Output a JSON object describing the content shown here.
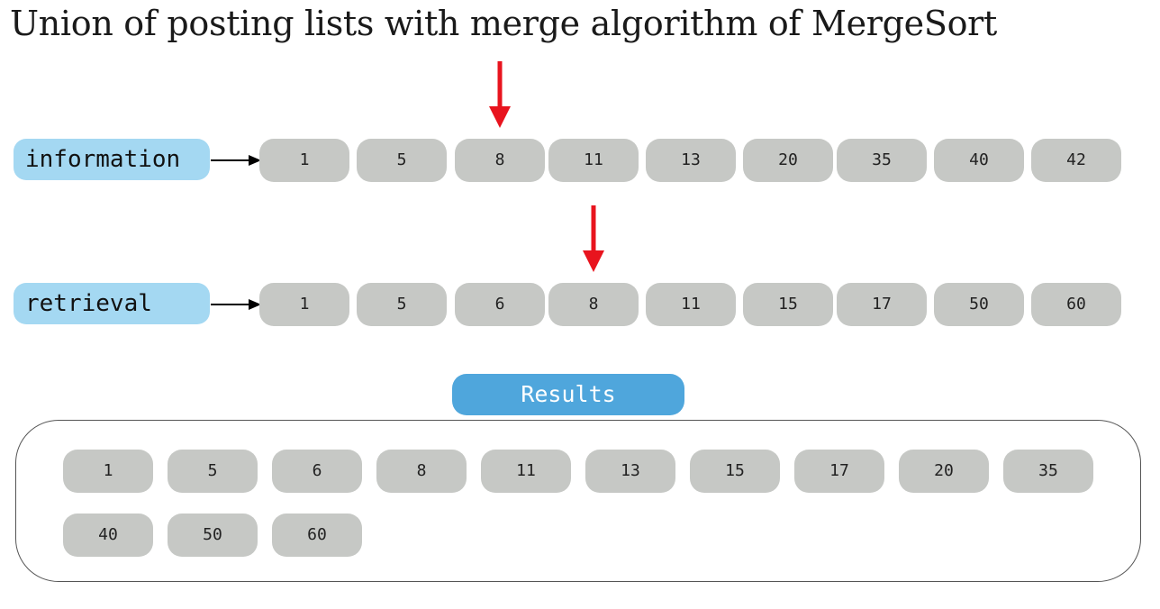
{
  "title": "Union of posting lists with merge algorithm of MergeSort",
  "lists": [
    {
      "term": "information",
      "postings": [
        "1",
        "5",
        "8",
        "11",
        "13",
        "20",
        "35",
        "40",
        "42"
      ],
      "pointer_index": 2
    },
    {
      "term": "retrieval",
      "postings": [
        "1",
        "5",
        "6",
        "8",
        "11",
        "15",
        "17",
        "50",
        "60"
      ],
      "pointer_index": 3
    }
  ],
  "results": {
    "label": "Results",
    "values": [
      "1",
      "5",
      "6",
      "8",
      "11",
      "13",
      "15",
      "17",
      "20",
      "35",
      "40",
      "50",
      "60"
    ]
  },
  "colors": {
    "term_bg": "#a4d8f2",
    "cell_bg": "#c6c8c5",
    "pointer": "#e8141e",
    "results_label_bg": "#4fa6dc"
  }
}
